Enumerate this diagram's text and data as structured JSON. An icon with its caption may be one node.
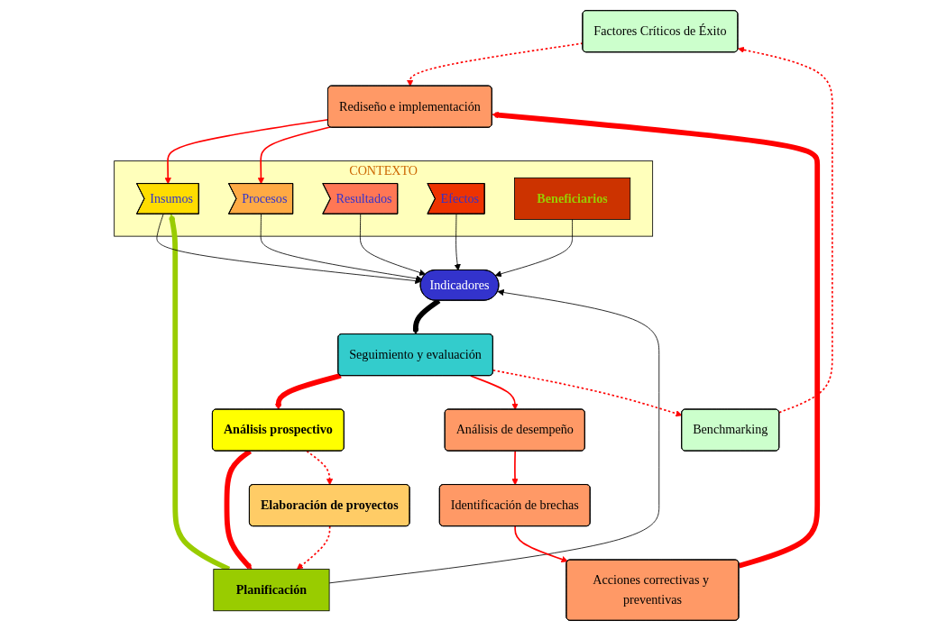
{
  "diagram": {
    "nodes": [
      {
        "text": [
          "Factores Críticos de Éxito"
        ]
      },
      {
        "text": [
          "Rediseño e implementación"
        ]
      },
      {
        "text": [
          "Acciones correctivas y preventivas"
        ]
      },
      {
        "text": [
          "CONTEXTO"
        ]
      },
      {
        "text": [
          "Planificación"
        ]
      },
      {
        "text": [
          "Insumos"
        ],
        "in": 3
      },
      {
        "text": [
          "Procesos"
        ],
        "in": 3
      },
      {
        "text": [
          "Resultados"
        ],
        "in": 3
      },
      {
        "text": [
          "Efectos"
        ],
        "in": 3
      },
      {
        "text": [
          "Beneficiarios"
        ],
        "in": 3
      },
      {
        "text": [
          "Elaboración de proyectos"
        ]
      },
      {
        "text": [
          "Indicadores"
        ]
      },
      {
        "text": [
          "Identificación de brechas"
        ]
      },
      {
        "text": [
          "Análisis prospectivo"
        ]
      },
      {
        "text": [
          "Seguimiento y evaluación"
        ]
      },
      {
        "text": [
          "Análisis de desempeño"
        ]
      },
      {
        "text": [
          "Benchmarking"
        ]
      }
    ],
    "edges": [
      {
        "from": 0,
        "to": 1,
        "arrow": "to",
        "style": "dashed"
      },
      {
        "from": 2,
        "to": 1,
        "arrow": "to",
        "style": "thick"
      },
      {
        "from": 1,
        "to": 5,
        "arrow": "to"
      },
      {
        "from": 1,
        "to": 6,
        "arrow": "to"
      },
      {
        "from": 4,
        "to": 5,
        "arrow": "to",
        "style": "thick",
        "color": "#99cc00"
      },
      {
        "from": 5,
        "to": 11,
        "arrow": "to",
        "color": "#000000"
      },
      {
        "from": 6,
        "to": 11,
        "arrow": "to",
        "color": "#000000"
      },
      {
        "from": 7,
        "to": 11,
        "arrow": "to",
        "color": "#000000"
      },
      {
        "from": 8,
        "to": 11,
        "arrow": "to",
        "color": "#000000"
      },
      {
        "from": 4,
        "to": 11,
        "arrow": "to",
        "color": "#000000"
      },
      {
        "from": 9,
        "to": 11,
        "arrow": "to",
        "color": "#000000"
      },
      {
        "from": 11,
        "to": 14,
        "arrow": "to",
        "style": "thick",
        "color": "#000000"
      },
      {
        "from": 14,
        "to": 13,
        "arrow": "to",
        "style": "thick"
      },
      {
        "from": 13,
        "to": 4,
        "arrow": "to",
        "style": "thick"
      },
      {
        "from": 13,
        "to": 10,
        "arrow": "to",
        "style": "dashed"
      },
      {
        "from": 10,
        "to": 4,
        "arrow": "to",
        "style": "dashed"
      },
      {
        "from": 14,
        "to": 15,
        "arrow": "to"
      },
      {
        "from": 15,
        "to": 12,
        "arrow": "to"
      },
      {
        "from": 12,
        "to": 2,
        "arrow": "to"
      },
      {
        "from": 14,
        "to": 16,
        "arrow": "to",
        "style": "dashed"
      },
      {
        "from": 16,
        "to": 0,
        "arrow": "to",
        "style": "dashed"
      }
    ]
  }
}
